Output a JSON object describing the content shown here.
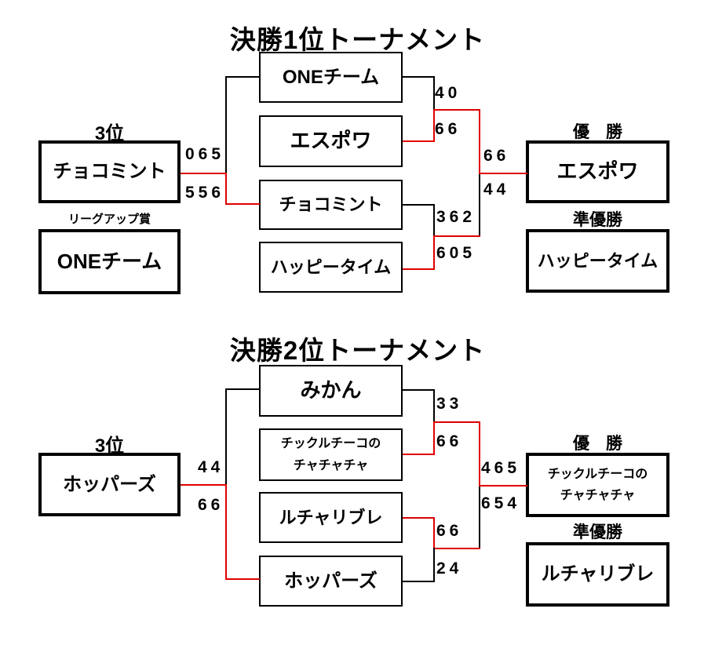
{
  "colors": {
    "line": "#000000",
    "winner_path": "#e00000"
  },
  "t1": {
    "title": "決勝1位トーナメント",
    "left": {
      "third_label": "3位",
      "third_team": "チョコミント",
      "award_label": "リーグアップ賞",
      "award_team": "ONEチーム"
    },
    "bracket": {
      "team1": "ONEチーム",
      "team2": "エスポワ",
      "team3": "チョコミント",
      "team4": "ハッピータイム"
    },
    "right": {
      "champion_label": "優　勝",
      "champion": "エスポワ",
      "runnerup_label": "準優勝",
      "runnerup": "ハッピータイム"
    },
    "scores": {
      "third_top": "065",
      "third_bottom": "556",
      "sf1_top": "40",
      "sf1_bottom": "66",
      "final_top": "66",
      "final_bottom": "44",
      "sf2_top": "362",
      "sf2_bottom": "605"
    }
  },
  "t2": {
    "title": "決勝2位トーナメント",
    "left": {
      "third_label": "3位",
      "third_team": "ホッパーズ"
    },
    "bracket": {
      "team1": "みかん",
      "team2_line1": "チックルチーコの",
      "team2_line2": "チャチャチャ",
      "team3": "ルチャリブレ",
      "team4": "ホッパーズ"
    },
    "right": {
      "champion_label": "優　勝",
      "champion_line1": "チックルチーコの",
      "champion_line2": "チャチャチャ",
      "runnerup_label": "準優勝",
      "runnerup": "ルチャリブレ"
    },
    "scores": {
      "third_top": "44",
      "third_bottom": "66",
      "sf1_top": "33",
      "sf1_bottom": "66",
      "final_top": "465",
      "final_bottom": "654",
      "sf2_top": "66",
      "sf2_bottom": "24"
    }
  }
}
